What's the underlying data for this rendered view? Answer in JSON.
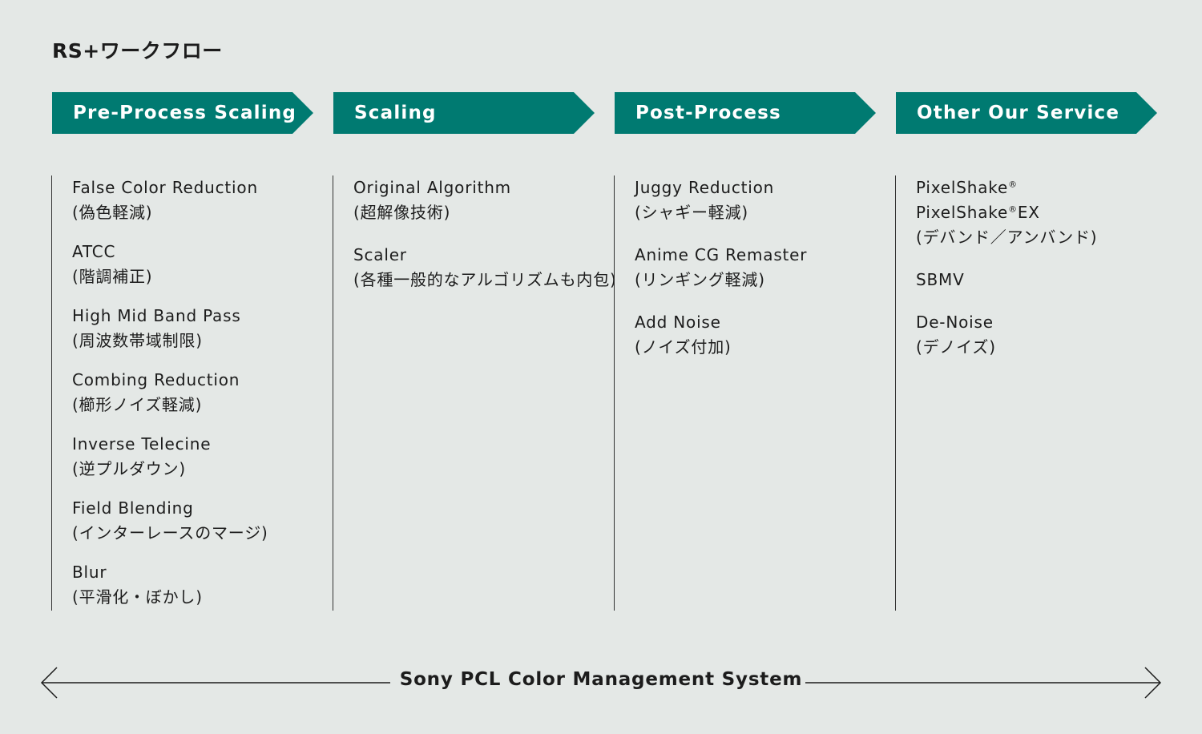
{
  "title": "RS+ワークフロー",
  "colors": {
    "background": "#e4e8e6",
    "accent": "#007a71",
    "text": "#1c1c1c"
  },
  "stages": [
    {
      "header": "Pre-Process Scaling",
      "items": [
        {
          "en": "False Color Reduction",
          "jp": "(偽色軽減)"
        },
        {
          "en": "ATCC",
          "jp": "(階調補正)"
        },
        {
          "en": "High Mid Band Pass",
          "jp": "(周波数帯域制限)"
        },
        {
          "en": "Combing Reduction",
          "jp": "(櫛形ノイズ軽減)"
        },
        {
          "en": "Inverse Telecine",
          "jp": "(逆プルダウン)"
        },
        {
          "en": "Field Blending",
          "jp": "(インターレースのマージ)"
        },
        {
          "en": "Blur",
          "jp": "(平滑化・ぼかし)"
        }
      ]
    },
    {
      "header": "Scaling",
      "items": [
        {
          "en": "Original Algorithm",
          "jp": "(超解像技術)"
        },
        {
          "en": "Scaler",
          "jp": "(各種一般的なアルゴリズムも内包)"
        }
      ]
    },
    {
      "header": "Post-Process",
      "items": [
        {
          "en": "Juggy Reduction",
          "jp": "(シャギー軽減)"
        },
        {
          "en": "Anime CG Remaster",
          "jp": "(リンギング軽減)"
        },
        {
          "en": "Add Noise",
          "jp": "(ノイズ付加)"
        }
      ]
    },
    {
      "header": "Other Our Service",
      "items": [
        {
          "line1": "PixelShake",
          "line2": "PixelShake",
          "line2_suffix": "EX",
          "jp": "(デバンド／アンバンド)",
          "reg": "®"
        },
        {
          "en": "SBMV"
        },
        {
          "en": "De-Noise",
          "jp": "(デノイズ)"
        }
      ]
    }
  ],
  "system_label": "Sony PCL Color Management System"
}
